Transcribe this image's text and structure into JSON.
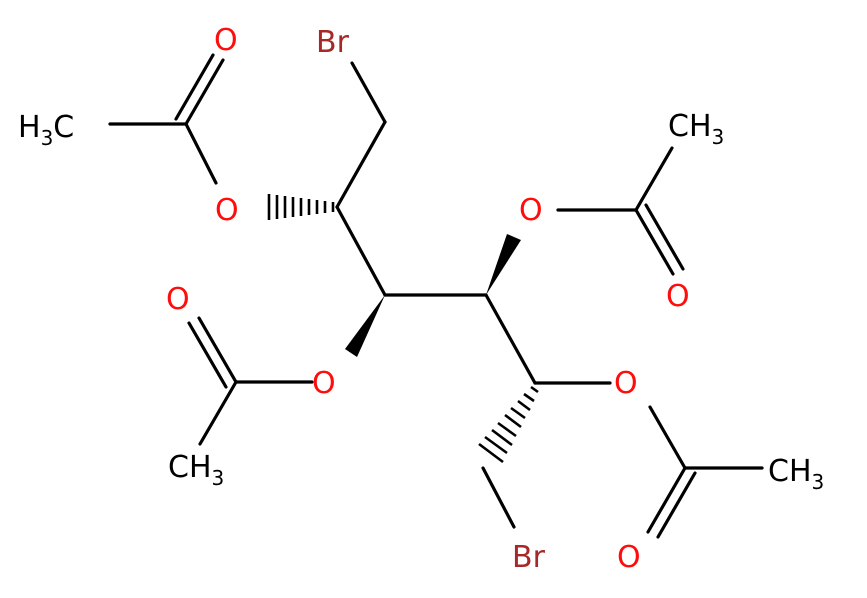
{
  "molecule": {
    "atoms": {
      "br_top": "Br",
      "br_bottom": "Br",
      "o_ester_1": "O",
      "o_carbonyl_1": "O",
      "o_ester_2": "O",
      "o_carbonyl_2": "O",
      "o_ester_3": "O",
      "o_carbonyl_3": "O",
      "o_ester_4": "O",
      "o_carbonyl_4": "O"
    },
    "methyls": {
      "ch3_1": {
        "main": "H",
        "sub": "3",
        "tail": "C"
      },
      "ch3_2": {
        "main": "CH",
        "sub": "3"
      },
      "ch3_3": {
        "main": "CH",
        "sub": "3"
      },
      "ch3_4": {
        "main": "CH",
        "sub": "3"
      }
    }
  },
  "colors": {
    "oxygen": "#ff0d0d",
    "bromine": "#a62929",
    "carbon": "#000000",
    "background": "#ffffff"
  }
}
